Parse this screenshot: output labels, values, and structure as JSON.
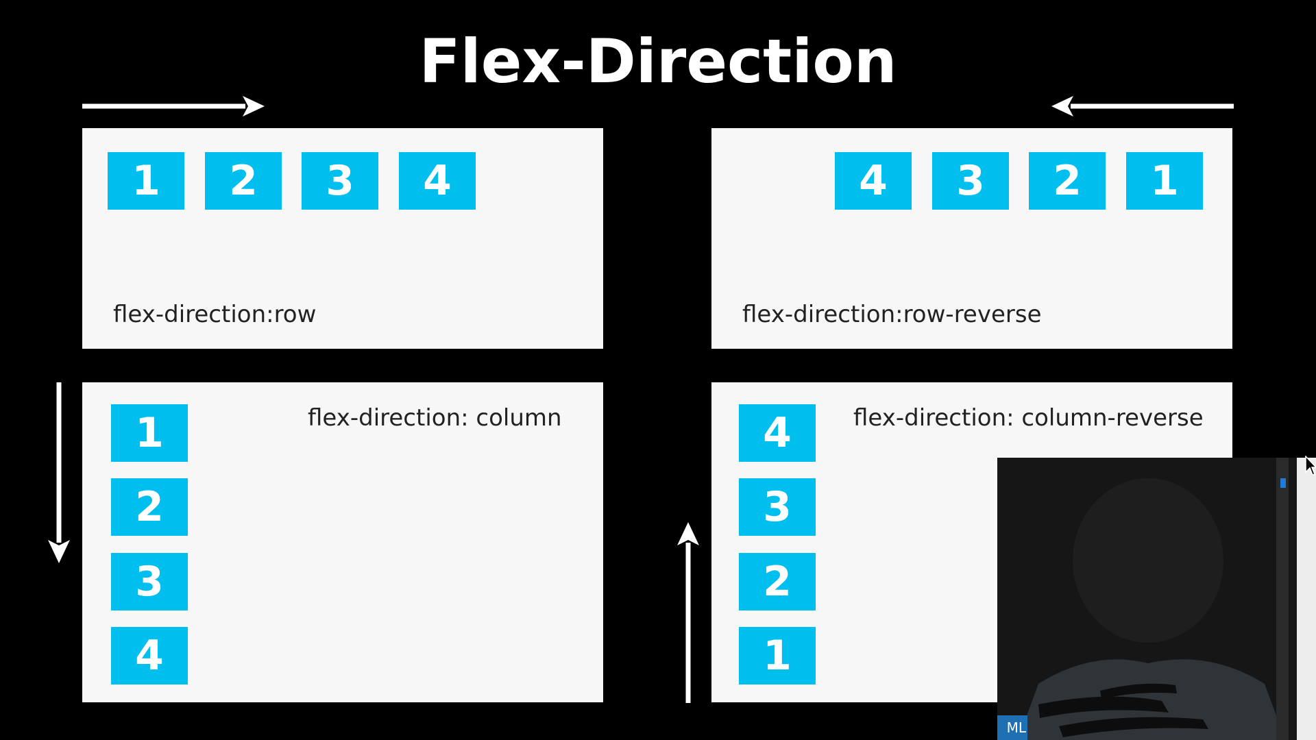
{
  "title": "Flex-Direction",
  "colors": {
    "background": "#000000",
    "panel": "#f7f7f7",
    "box": "#00bfef",
    "box_text": "#ffffff",
    "label_text": "#222222",
    "arrow": "#ffffff"
  },
  "panels": {
    "row": {
      "label": "flex-direction:row",
      "items": [
        "1",
        "2",
        "3",
        "4"
      ],
      "arrow": "right-arrow-icon"
    },
    "row_reverse": {
      "label": "flex-direction:row-reverse",
      "items": [
        "4",
        "3",
        "2",
        "1"
      ],
      "arrow": "left-arrow-icon"
    },
    "column": {
      "label": "flex-direction: column",
      "items": [
        "1",
        "2",
        "3",
        "4"
      ],
      "arrow": "down-arrow-icon"
    },
    "column_reverse": {
      "label": "flex-direction: column-reverse",
      "items": [
        "4",
        "3",
        "2",
        "1"
      ],
      "arrow": "up-arrow-icon"
    }
  },
  "webcam": {
    "tab_text": "ML"
  }
}
